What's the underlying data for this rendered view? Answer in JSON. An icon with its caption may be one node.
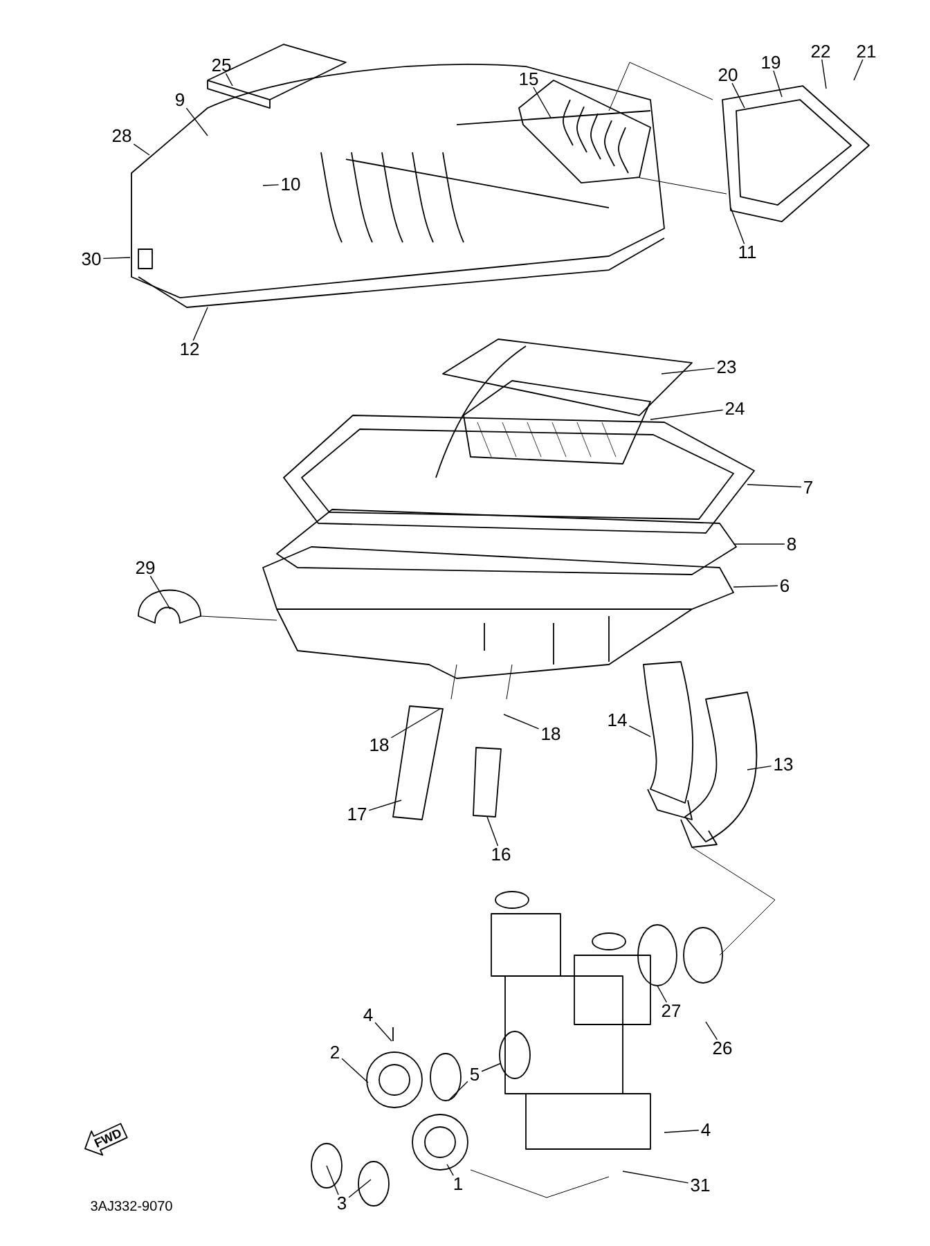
{
  "diagram": {
    "nodes": [
      {
        "text": [
          "25"
        ]
      },
      {
        "text": [
          "21"
        ]
      },
      {
        "text": [
          "22"
        ]
      },
      {
        "text": [
          "19"
        ]
      },
      {
        "text": [
          "20"
        ]
      },
      {
        "text": [
          "15"
        ]
      },
      {
        "text": [
          "28"
        ]
      },
      {
        "text": [
          "9"
        ]
      },
      {
        "text": [
          "10"
        ]
      },
      {
        "text": [
          "30"
        ]
      },
      {
        "text": [
          "11"
        ]
      },
      {
        "text": [
          "12"
        ]
      },
      {
        "text": [
          "23"
        ]
      },
      {
        "text": [
          "24"
        ]
      },
      {
        "text": [
          "7"
        ]
      },
      {
        "text": [
          "8"
        ]
      },
      {
        "text": [
          "29"
        ]
      },
      {
        "text": [
          "6"
        ]
      },
      {
        "text": [
          "14"
        ]
      },
      {
        "text": [
          "18"
        ]
      },
      {
        "text": [
          "18"
        ]
      },
      {
        "text": [
          "13"
        ]
      },
      {
        "text": [
          "17"
        ]
      },
      {
        "text": [
          "16"
        ]
      },
      {
        "text": [
          "27"
        ]
      },
      {
        "text": [
          "4"
        ]
      },
      {
        "text": [
          "2"
        ]
      },
      {
        "text": [
          "26"
        ]
      },
      {
        "text": [
          "5"
        ]
      },
      {
        "text": [
          "FWD"
        ]
      },
      {
        "text": [
          "4"
        ]
      },
      {
        "text": [
          "31"
        ]
      },
      {
        "text": [
          "1"
        ]
      },
      {
        "text": [
          "3"
        ]
      }
    ],
    "edges": [
      {
        "from": 0,
        "to": null,
        "arrow": "none"
      },
      {
        "from": 1,
        "to": null,
        "arrow": "none"
      },
      {
        "from": 2,
        "to": null,
        "arrow": "none"
      },
      {
        "from": 3,
        "to": null,
        "arrow": "none"
      },
      {
        "from": 4,
        "to": null,
        "arrow": "none"
      },
      {
        "from": 5,
        "to": null,
        "arrow": "none"
      },
      {
        "from": 6,
        "to": null,
        "arrow": "none"
      },
      {
        "from": 7,
        "to": null,
        "arrow": "none"
      },
      {
        "from": 8,
        "to": null,
        "arrow": "none"
      },
      {
        "from": 9,
        "to": null,
        "arrow": "none"
      },
      {
        "from": 10,
        "to": null,
        "arrow": "none"
      },
      {
        "from": 11,
        "to": null,
        "arrow": "none"
      },
      {
        "from": 12,
        "to": null,
        "arrow": "none"
      },
      {
        "from": 13,
        "to": null,
        "arrow": "none"
      },
      {
        "from": 14,
        "to": null,
        "arrow": "none"
      },
      {
        "from": 15,
        "to": null,
        "arrow": "none"
      },
      {
        "from": 16,
        "to": null,
        "arrow": "none"
      },
      {
        "from": 17,
        "to": null,
        "arrow": "none"
      },
      {
        "from": 18,
        "to": null,
        "arrow": "none"
      },
      {
        "from": 19,
        "to": null,
        "arrow": "none"
      },
      {
        "from": 20,
        "to": null,
        "arrow": "none"
      },
      {
        "from": 21,
        "to": null,
        "arrow": "none"
      },
      {
        "from": 22,
        "to": null,
        "arrow": "none"
      },
      {
        "from": 23,
        "to": null,
        "arrow": "none"
      },
      {
        "from": 24,
        "to": null,
        "arrow": "none"
      },
      {
        "from": 25,
        "to": null,
        "arrow": "none"
      },
      {
        "from": 26,
        "to": null,
        "arrow": "none"
      },
      {
        "from": 27,
        "to": null,
        "arrow": "none"
      },
      {
        "from": 28,
        "to": null,
        "arrow": "none"
      },
      {
        "from": 28,
        "to": null,
        "arrow": "none"
      },
      {
        "from": 30,
        "to": null,
        "arrow": "none"
      },
      {
        "from": 31,
        "to": null,
        "arrow": "none"
      },
      {
        "from": 32,
        "to": null,
        "arrow": "none"
      },
      {
        "from": 33,
        "to": null,
        "arrow": "none"
      },
      {
        "from": 33,
        "to": null,
        "arrow": "none"
      }
    ],
    "labels": [
      "3AJ332-9070"
    ]
  }
}
